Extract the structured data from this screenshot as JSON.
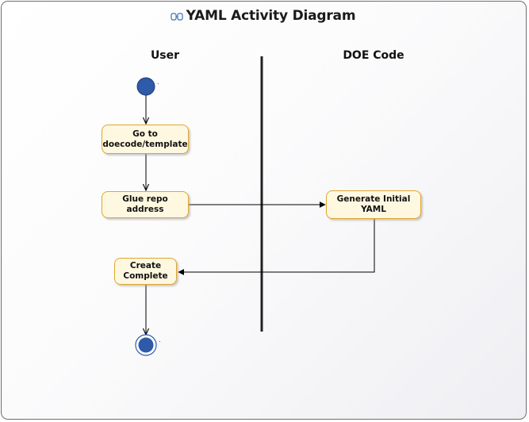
{
  "title": "YAML Activity Diagram",
  "title_icon": "activity-diagram-icon",
  "lanes": [
    {
      "name": "User"
    },
    {
      "name": "DOE Code"
    }
  ],
  "actions": {
    "goto": "Go to\ndoecode/template",
    "glue": "Glue repo address",
    "generate": "Generate Initial YAML",
    "create": "Create\nComplete"
  },
  "colors": {
    "node_fill": "#fff8e0",
    "node_border": "#e0a630",
    "initial_node": "#2e5aa8",
    "line": "#000000",
    "frame_border": "#6e6e6e"
  }
}
